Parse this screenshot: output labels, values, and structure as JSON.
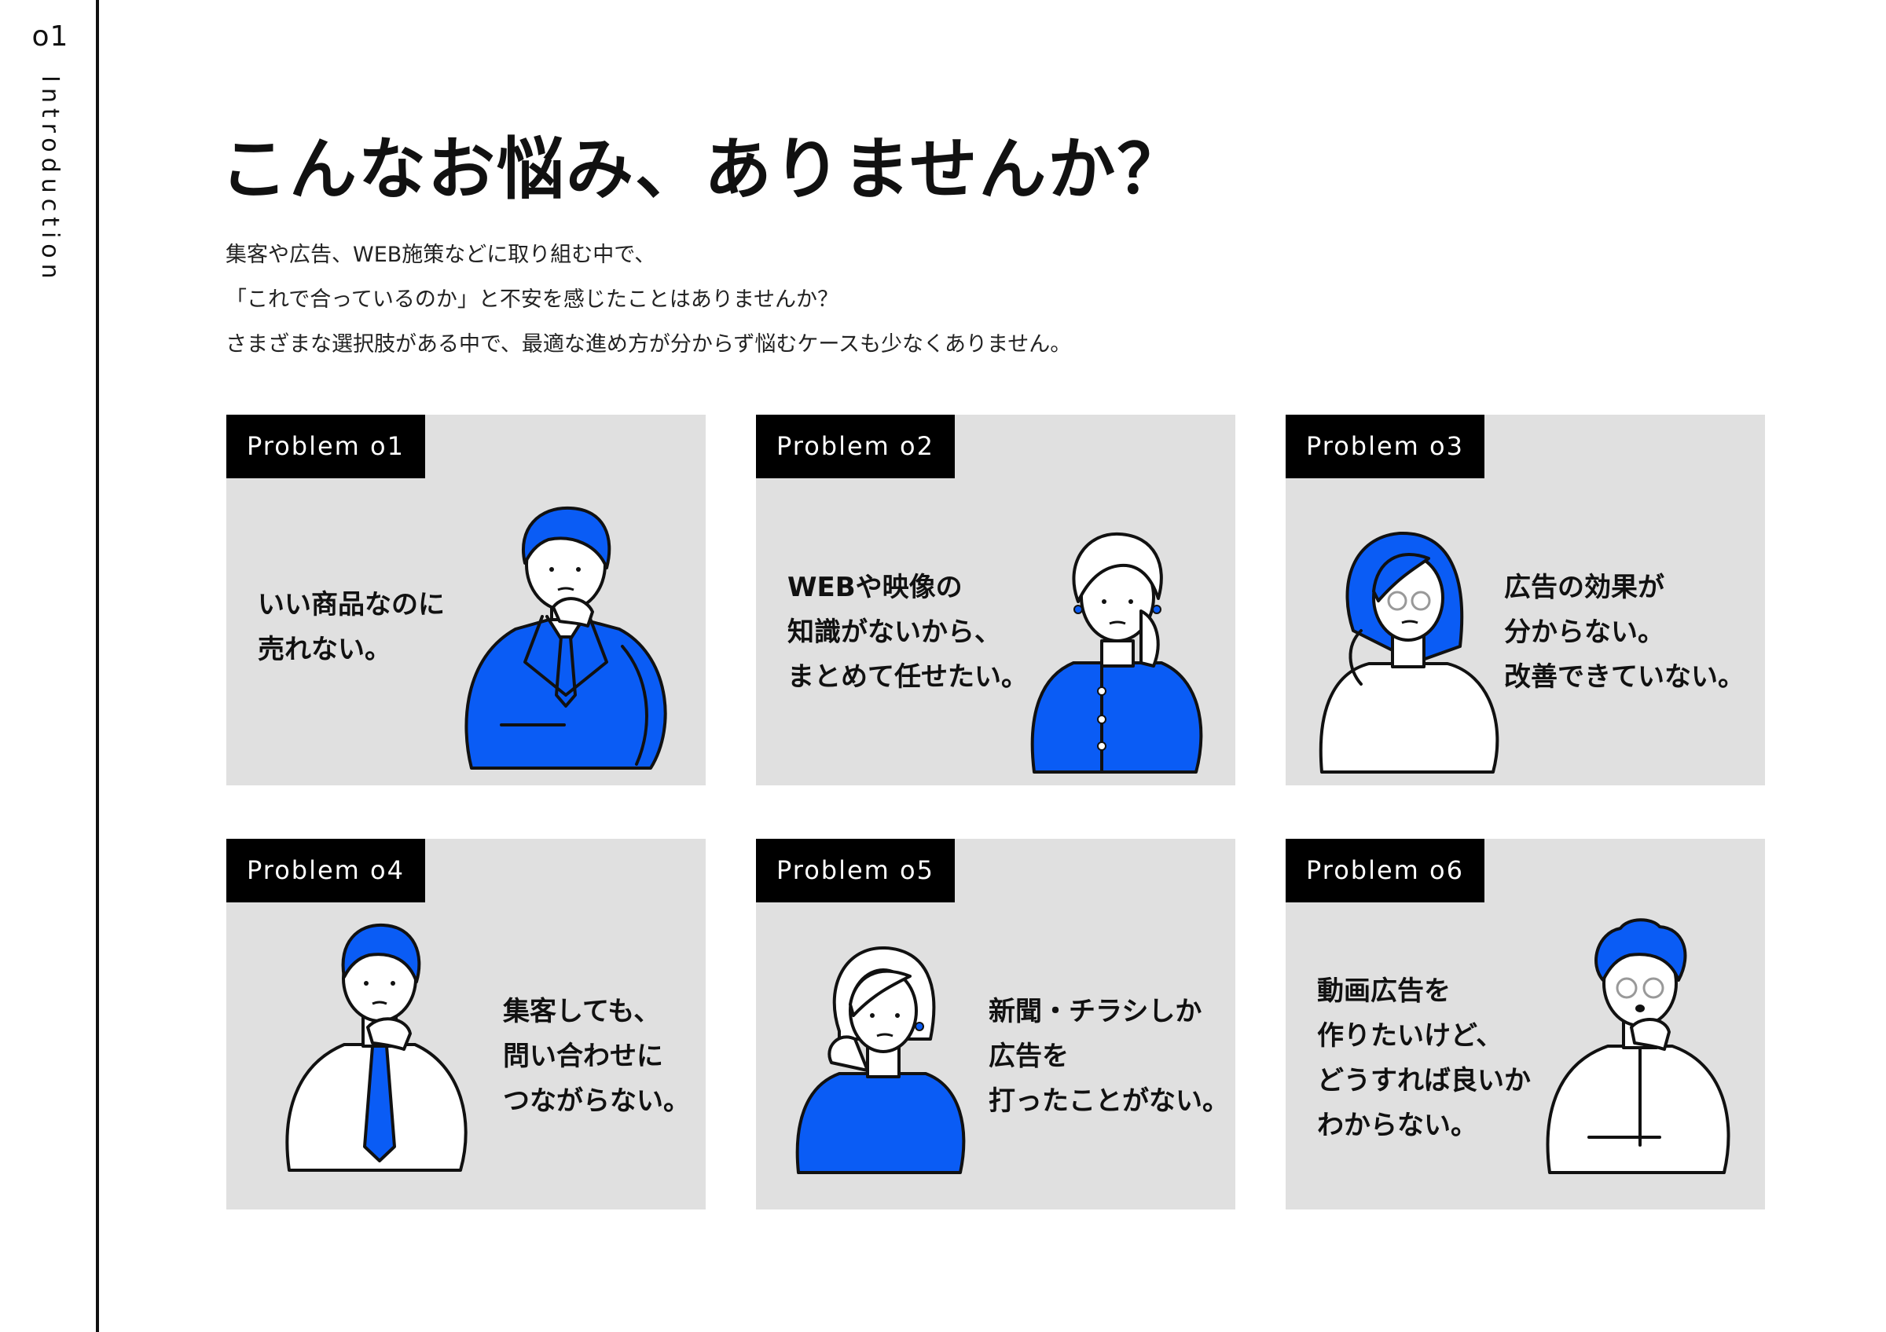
{
  "sidebar": {
    "section_number": "o1",
    "section_label": "Introduction"
  },
  "page": {
    "title": "こんなお悩み、ありませんか？",
    "intro": [
      "集客や広告、WEB施策などに取り組む中で、",
      "「これで合っているのか」と不安を感じたことはありませんか？",
      "さまざまな選択肢がある中で、最適な進め方が分からず悩むケースも少なくありません。"
    ]
  },
  "colors": {
    "accent": "#0a5cf5",
    "card_bg": "#e0e0e0",
    "tag_bg": "#000000",
    "ink": "#111111"
  },
  "problems": [
    {
      "tag": "Problem o1",
      "lines": [
        "いい商品なのに",
        "売れない。"
      ],
      "icon": "businessman-suit-thinking-icon"
    },
    {
      "tag": "Problem o2",
      "lines": [
        "WEBや映像の",
        "知識がないから、",
        "まとめて任せたい。"
      ],
      "icon": "woman-curly-hair-worried-icon"
    },
    {
      "tag": "Problem o3",
      "lines": [
        "広告の効果が",
        "分からない。",
        "改善できていない。"
      ],
      "icon": "woman-long-hair-glasses-icon"
    },
    {
      "tag": "Problem o4",
      "lines": [
        "集客しても、",
        "問い合わせに",
        "つながらない。"
      ],
      "icon": "man-shirt-tie-thinking-icon"
    },
    {
      "tag": "Problem o5",
      "lines": [
        "新聞・チラシしか",
        "広告を",
        "打ったことがない。"
      ],
      "icon": "woman-bob-hair-worried-icon"
    },
    {
      "tag": "Problem o6",
      "lines": [
        "動画広告を",
        "作りたいけど、",
        "どうすれば良いか",
        "わからない。"
      ],
      "icon": "man-curly-hair-glasses-icon"
    }
  ]
}
